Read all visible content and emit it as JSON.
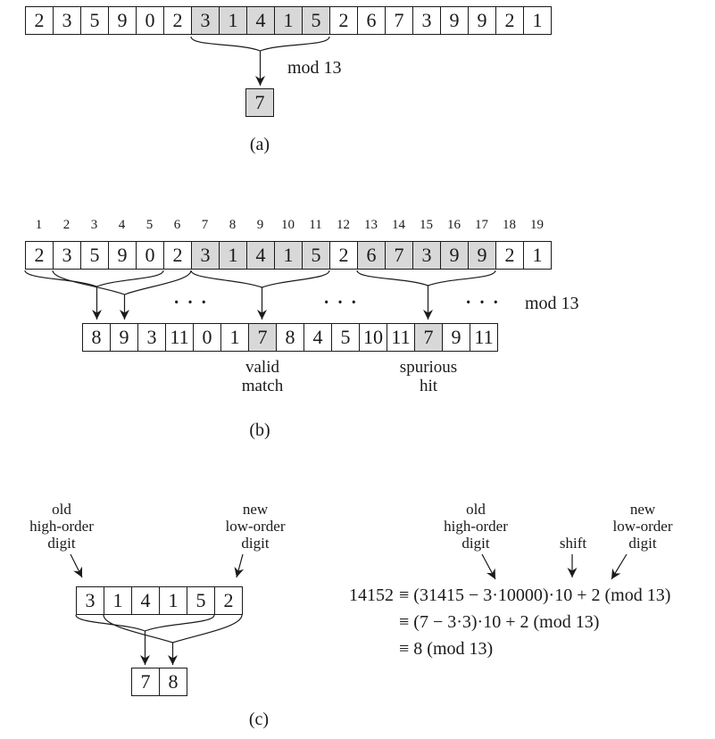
{
  "figure": {
    "mod_label": "mod 13",
    "caption_a": "(a)",
    "caption_b": "(b)",
    "caption_c": "(c)",
    "part_a": {
      "cells": [
        "2",
        "3",
        "5",
        "9",
        "0",
        "2",
        "3",
        "1",
        "4",
        "1",
        "5",
        "2",
        "6",
        "7",
        "3",
        "9",
        "9",
        "2",
        "1"
      ],
      "result": "7"
    },
    "part_b": {
      "indices": [
        "1",
        "2",
        "3",
        "4",
        "5",
        "6",
        "7",
        "8",
        "9",
        "10",
        "11",
        "12",
        "13",
        "14",
        "15",
        "16",
        "17",
        "18",
        "19"
      ],
      "cells": [
        "2",
        "3",
        "5",
        "9",
        "0",
        "2",
        "3",
        "1",
        "4",
        "1",
        "5",
        "2",
        "6",
        "7",
        "3",
        "9",
        "9",
        "2",
        "1"
      ],
      "results": [
        "8",
        "9",
        "3",
        "11",
        "0",
        "1",
        "7",
        "8",
        "4",
        "5",
        "10",
        "11",
        "7",
        "9",
        "11"
      ],
      "dots": "···",
      "valid_line1": "valid",
      "valid_line2": "match",
      "spurious_line1": "spurious",
      "spurious_line2": "hit"
    },
    "part_c": {
      "window": [
        "3",
        "1",
        "4",
        "1",
        "5",
        "2"
      ],
      "results": [
        "7",
        "8"
      ],
      "old_label": [
        "old",
        "high-order",
        "digit"
      ],
      "new_label": [
        "new",
        "low-order",
        "digit"
      ],
      "shift_label": "shift",
      "eq_lhs": "14152",
      "eq_line1": "≡ (31415 − 3·10000)·10 + 2  (mod 13)",
      "eq_line2": "≡ (7 − 3·3)·10 + 2  (mod 13)",
      "eq_line3": "≡ 8  (mod 13)"
    },
    "colors": {
      "shade": "#d8d8d8",
      "ink": "#1a1a1a"
    }
  }
}
